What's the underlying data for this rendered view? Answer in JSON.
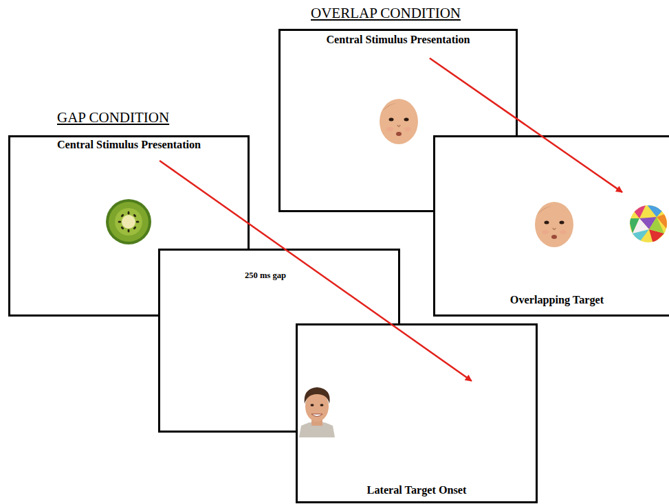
{
  "diagram": {
    "nodes": [
      {
        "text": [
          "Central Stimulus Presentation"
        ]
      },
      {
        "text": [
          "250 ms gap"
        ]
      },
      {
        "text": [
          "Lateral Target Onset"
        ]
      },
      {
        "text": [
          "Central Stimulus Presentation"
        ]
      },
      {
        "text": [
          "Overlapping Target"
        ]
      }
    ],
    "edges": [
      {
        "from": 0,
        "to": 2,
        "arrow": "to"
      },
      {
        "from": 3,
        "to": 4,
        "arrow": "to"
      }
    ],
    "labels": [
      "GAP CONDITION",
      "OVERLAP CONDITION"
    ]
  }
}
